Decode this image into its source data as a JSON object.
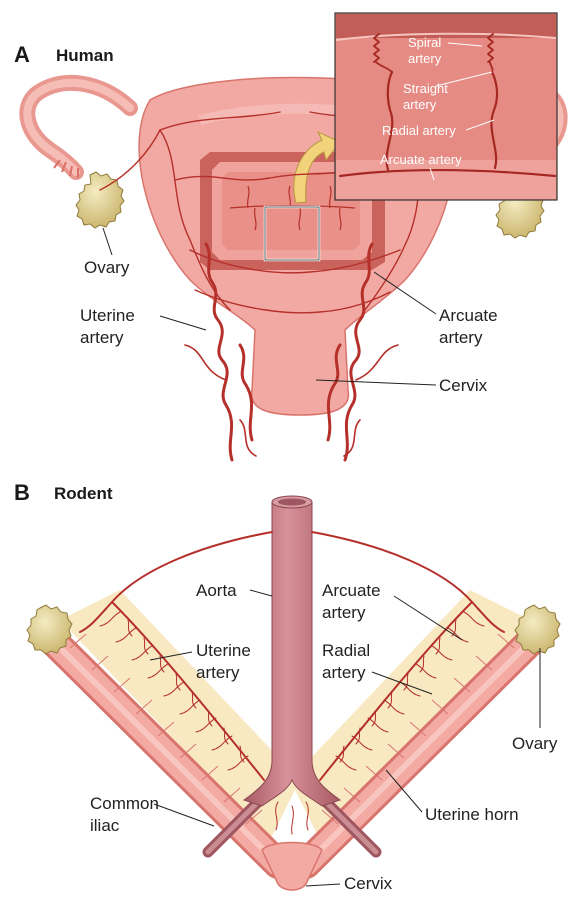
{
  "panel_a": {
    "letter": "A",
    "title": "Human",
    "labels": {
      "ovary": "Ovary",
      "uterine_artery_1": "Uterine",
      "uterine_artery_2": "artery",
      "arcuate_artery_1": "Arcuate",
      "arcuate_artery_2": "artery",
      "cervix": "Cervix"
    },
    "inset": {
      "spiral_1": "Spiral",
      "spiral_2": "artery",
      "straight_1": "Straight",
      "straight_2": "artery",
      "radial": "Radial artery",
      "arcuate": "Arcuate artery"
    }
  },
  "panel_b": {
    "letter": "B",
    "title": "Rodent",
    "labels": {
      "aorta": "Aorta",
      "arcuate_1": "Arcuate",
      "arcuate_2": "artery",
      "uterine_1": "Uterine",
      "uterine_2": "artery",
      "radial_1": "Radial",
      "radial_2": "artery",
      "ovary": "Ovary",
      "common_iliac_1": "Common",
      "common_iliac_2": "iliac",
      "uterine_horn": "Uterine horn",
      "cervix": "Cervix"
    }
  },
  "colors": {
    "tissue": "#f3a9a3",
    "tissue_dark": "#d9746c",
    "artery": "#b5302a",
    "ovary": "#d9c98a",
    "aorta": "#c77d86",
    "inset_bg": "#e58b83"
  }
}
